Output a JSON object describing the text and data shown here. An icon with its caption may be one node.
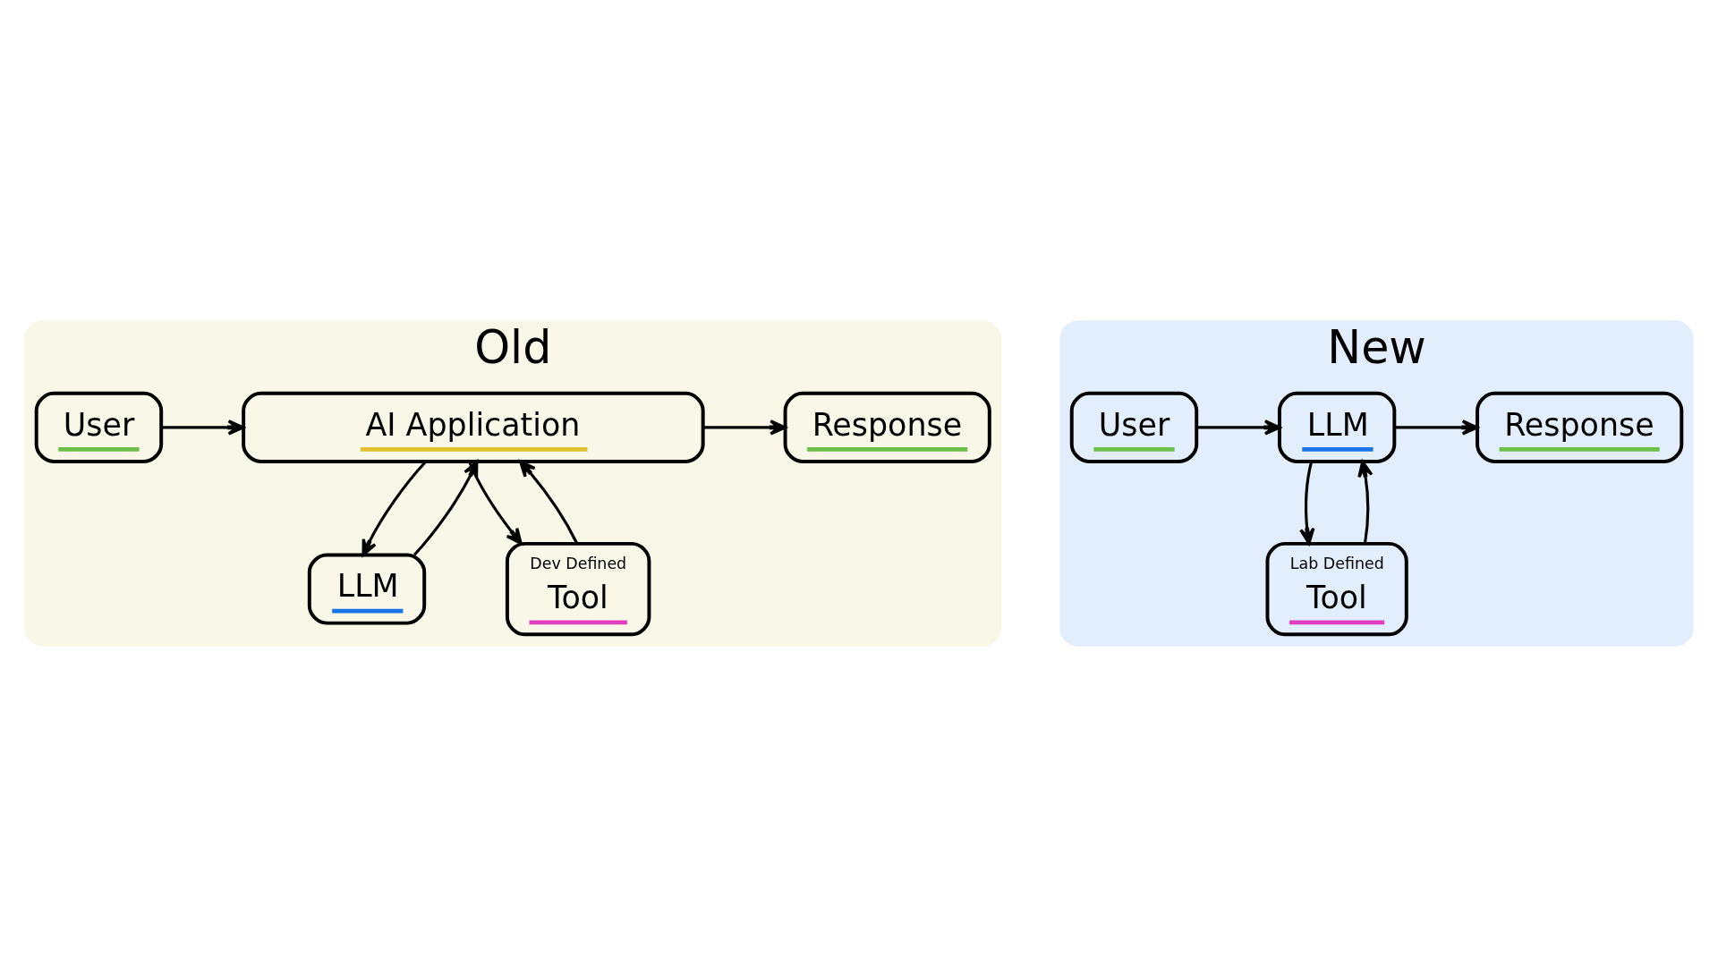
{
  "diagram": {
    "nodes": [
      {
        "text": [
          "Old"
        ]
      },
      {
        "text": [
          "User"
        ],
        "in": 0
      },
      {
        "text": [
          "AI Application"
        ],
        "in": 0
      },
      {
        "text": [
          "Response"
        ],
        "in": 0
      },
      {
        "text": [
          "LLM"
        ],
        "in": 0
      },
      {
        "text": [
          "Dev Defined",
          "Tool"
        ],
        "in": 0
      },
      {
        "text": [
          "New"
        ]
      },
      {
        "text": [
          "User"
        ],
        "in": 6
      },
      {
        "text": [
          "LLM"
        ],
        "in": 6
      },
      {
        "text": [
          "Response"
        ],
        "in": 6
      },
      {
        "text": [
          "Lab Defined",
          "Tool"
        ],
        "in": 6
      }
    ],
    "edges": [
      {
        "from": 1,
        "to": 2,
        "arrow": "to"
      },
      {
        "from": 2,
        "to": 3,
        "arrow": "to"
      },
      {
        "from": 2,
        "to": 4,
        "arrow": "to"
      },
      {
        "from": 4,
        "to": 2,
        "arrow": "to"
      },
      {
        "from": 2,
        "to": 5,
        "arrow": "to"
      },
      {
        "from": 5,
        "to": 2,
        "arrow": "to"
      },
      {
        "from": 7,
        "to": 8,
        "arrow": "to"
      },
      {
        "from": 8,
        "to": 9,
        "arrow": "to"
      },
      {
        "from": 8,
        "to": 10,
        "arrow": "to"
      },
      {
        "from": 10,
        "to": 8,
        "arrow": "to"
      }
    ]
  }
}
